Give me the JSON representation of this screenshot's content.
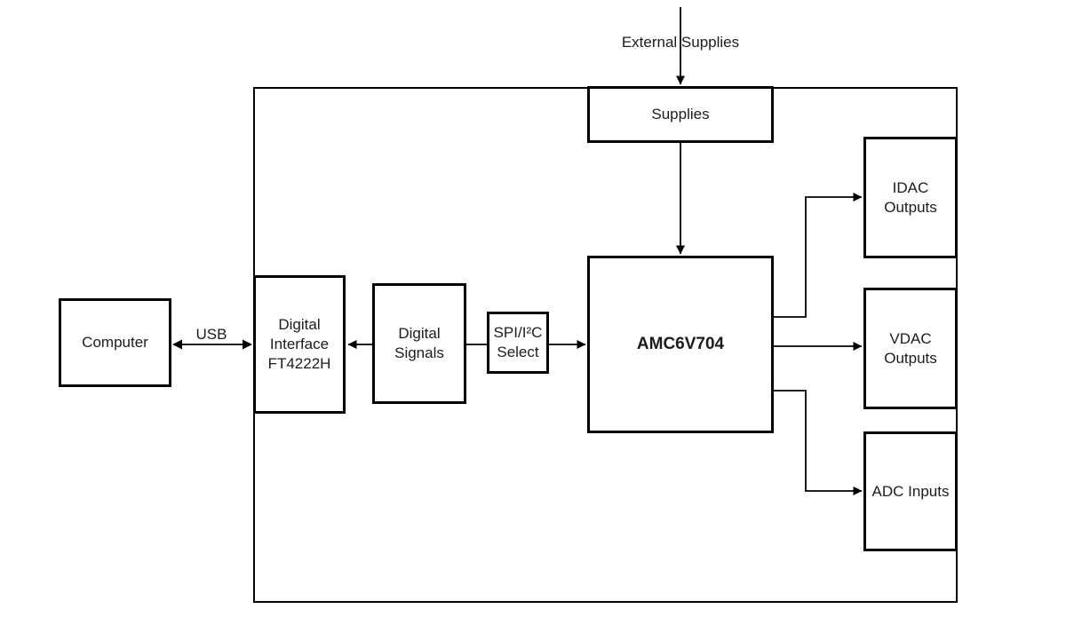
{
  "diagram": {
    "background_color": "#ffffff",
    "line_color": "#000000"
  },
  "blocks": {
    "computer": {
      "label": "Computer"
    },
    "digital_interface": {
      "label": "Digital\nInterface\nFT4222H"
    },
    "digital_signals": {
      "label": "Digital\nSignals"
    },
    "spi_i2c_select": {
      "label": "SPI/I²C\nSelect"
    },
    "amc6v704": {
      "label": "AMC6V704"
    },
    "supplies": {
      "label": "Supplies"
    },
    "idac_outputs": {
      "label": "IDAC\nOutputs"
    },
    "vdac_outputs": {
      "label": "VDAC\nOutputs"
    },
    "adc_inputs": {
      "label": "ADC Inputs"
    }
  },
  "floating_labels": {
    "external_supplies": "External Supplies",
    "usb": "USB"
  },
  "connections": [
    {
      "from": "External Supplies",
      "to": "Supplies",
      "style": "arrow"
    },
    {
      "from": "Supplies",
      "to": "AMC6V704",
      "style": "arrow"
    },
    {
      "from": "Computer",
      "to": "Digital Interface FT4222H",
      "style": "double-arrow",
      "label": "USB"
    },
    {
      "from": "Digital Signals",
      "to": "Digital Interface FT4222H",
      "style": "arrow"
    },
    {
      "from": "Digital Signals",
      "to": "SPI/I²C Select",
      "style": "line"
    },
    {
      "from": "SPI/I²C Select",
      "to": "AMC6V704",
      "style": "arrow"
    },
    {
      "from": "AMC6V704",
      "to": "IDAC Outputs",
      "style": "arrow"
    },
    {
      "from": "AMC6V704",
      "to": "VDAC Outputs",
      "style": "arrow"
    },
    {
      "from": "AMC6V704",
      "to": "ADC Inputs",
      "style": "arrow"
    }
  ]
}
